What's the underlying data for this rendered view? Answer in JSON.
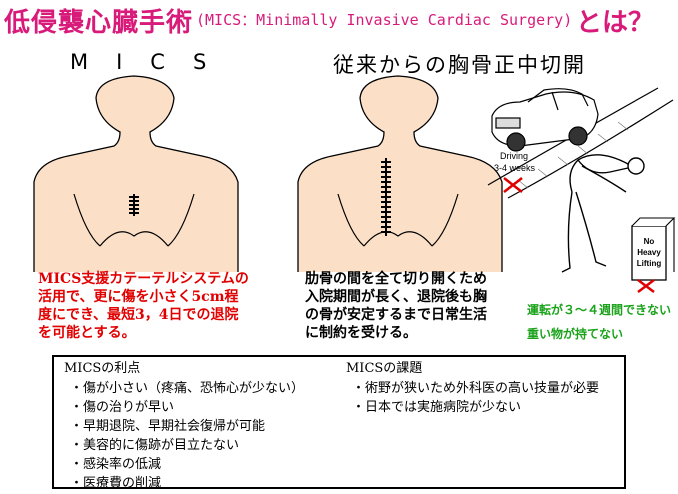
{
  "title": {
    "main": "低侵襲心臓手術",
    "sub": "(MICS：Minimally Invasive Cardiac Surgery)",
    "tail": "とは？"
  },
  "headings": {
    "mics": "MICS",
    "sternotomy": "従来からの胸骨正中切開"
  },
  "illustration": {
    "driving_label_line1": "Driving",
    "driving_label_line2": "3-4 weeks",
    "box_label_line1": "No",
    "box_label_line2": "Heavy",
    "box_label_line3": "Lifting"
  },
  "captions": {
    "mics_red": "MICS支援カテーテルシステムの活用で、更に傷を小さく5cm程度にでき、最短3，4日での退院を可能とする。",
    "sternotomy_black": "肋骨の間を全て切り開くため入院期間が長く、退院後も胸の骨が安定するまで日常生活に制約を受ける。",
    "restrictions": [
      "運転が３～４週間できない",
      "重い物が持てない"
    ]
  },
  "comparison": {
    "advantages_title": "MICSの利点",
    "advantages": [
      "・傷が小さい（疼痛、恐怖心が少ない）",
      "・傷の治りが早い",
      "・早期退院、早期社会復帰が可能",
      "・美容的に傷跡が目立たない",
      "・感染率の低減",
      "・医療費の削減"
    ],
    "challenges_title": "MICSの課題",
    "challenges": [
      "・術野が狭いため外科医の高い技量が必要",
      "・日本では実施病院が少ない"
    ]
  },
  "colors": {
    "title": "#d81b7a",
    "skin": "#fbe0c7",
    "outline": "#000000",
    "incision": "#000000",
    "mics_caption": "#e10000",
    "restriction_caption": "#1aa31a",
    "cross_mark": "#e10000"
  }
}
